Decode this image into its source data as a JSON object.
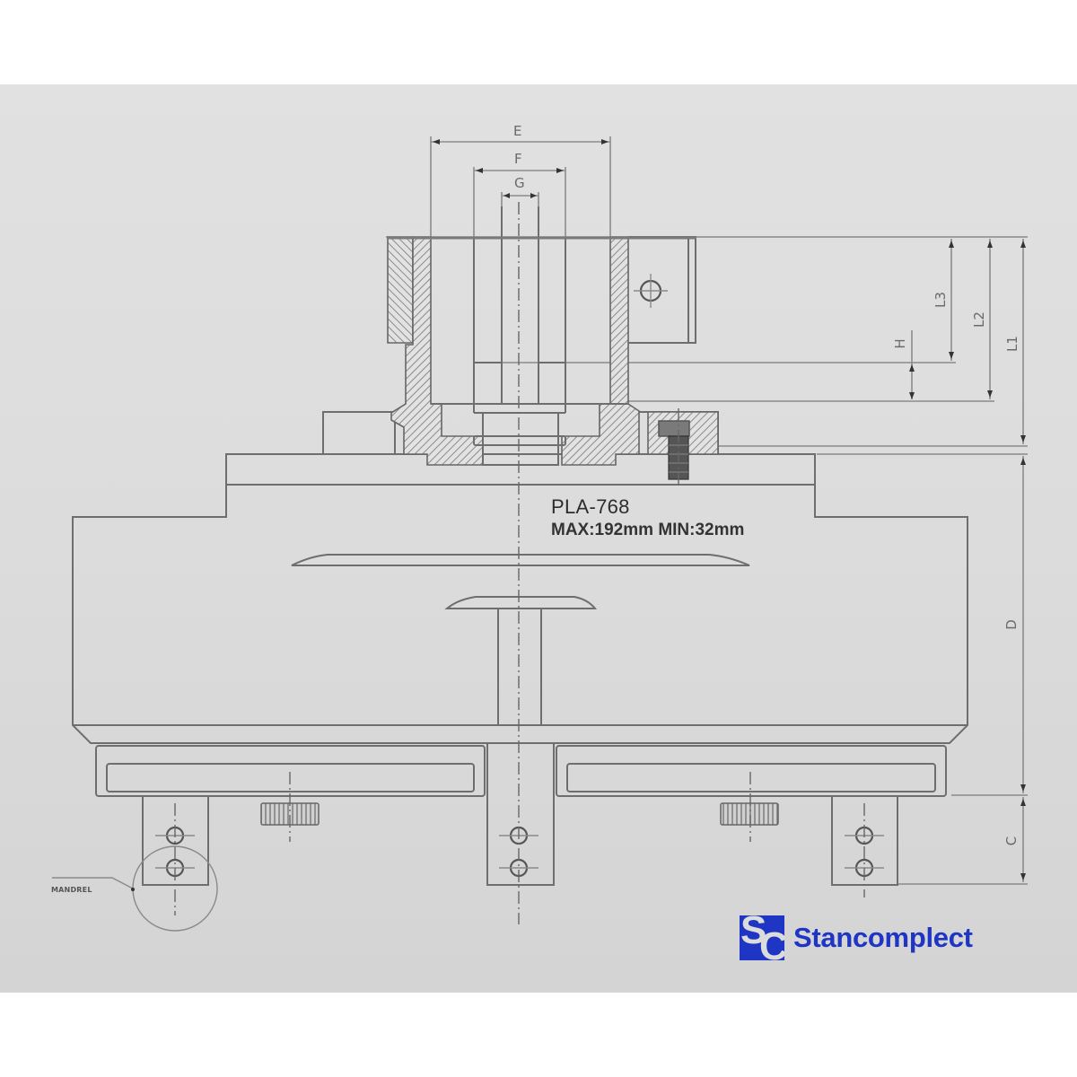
{
  "drawing": {
    "model": "PLA-768",
    "spec": "MAX:192mm MIN:32mm",
    "callout": "MANDREL",
    "dimensions": {
      "top": [
        "E",
        "F",
        "G"
      ],
      "right_upper": [
        "H",
        "L3",
        "L2",
        "L1"
      ],
      "right_lower": [
        "D",
        "C"
      ]
    }
  },
  "colors": {
    "background_panel": "#dedede",
    "line": "#6e6e6e",
    "brand": "#1f35c4"
  },
  "brand": {
    "icon_letters": [
      "S",
      "C"
    ],
    "name": "Stancomplect"
  }
}
